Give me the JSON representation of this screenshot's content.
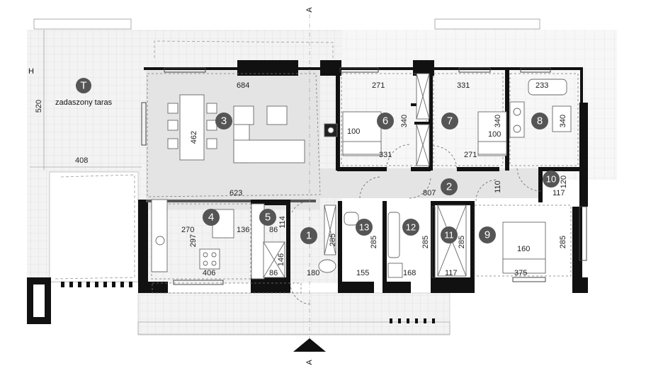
{
  "section_marks": {
    "top": "A",
    "bottom": "A",
    "left": "H"
  },
  "terrace": {
    "badge": "T",
    "label": "zadaszony taras",
    "dim_width": "408",
    "dim_height": "520"
  },
  "rooms": [
    {
      "id": "1"
    },
    {
      "id": "2"
    },
    {
      "id": "3"
    },
    {
      "id": "4"
    },
    {
      "id": "5"
    },
    {
      "id": "6"
    },
    {
      "id": "7"
    },
    {
      "id": "8"
    },
    {
      "id": "9"
    },
    {
      "id": "10"
    },
    {
      "id": "11"
    },
    {
      "id": "12"
    },
    {
      "id": "13"
    }
  ],
  "dimensions": {
    "living_width": "684",
    "living_depth": "462",
    "living_bottom": "623",
    "room6_top": "271",
    "room6_side": "340",
    "room6_bed": "100",
    "room6_bottom": "331",
    "room7_top": "331",
    "room7_side": "340",
    "room7_bed": "100",
    "room7_bottom": "271",
    "room8_top": "233",
    "room8_side": "340",
    "hall_width": "807",
    "hall_depth": "110",
    "room10_depth": "120",
    "room10_width": "117",
    "kitchen_width": "270",
    "kitchen_depth": "297",
    "kitchen_bottom": "406",
    "room5_width": "136",
    "room5_top": "86",
    "room5_side": "114",
    "room5b_side": "146",
    "room5b_bottom": "86",
    "room1_side": "285",
    "room1_bottom": "180",
    "room13_side": "285",
    "room13_bottom": "155",
    "room12_side": "285",
    "room12_bottom": "168",
    "room11_side": "285",
    "room11_bottom": "117",
    "room9_bed": "160",
    "room9_side": "285",
    "room9_bottom": "375"
  }
}
